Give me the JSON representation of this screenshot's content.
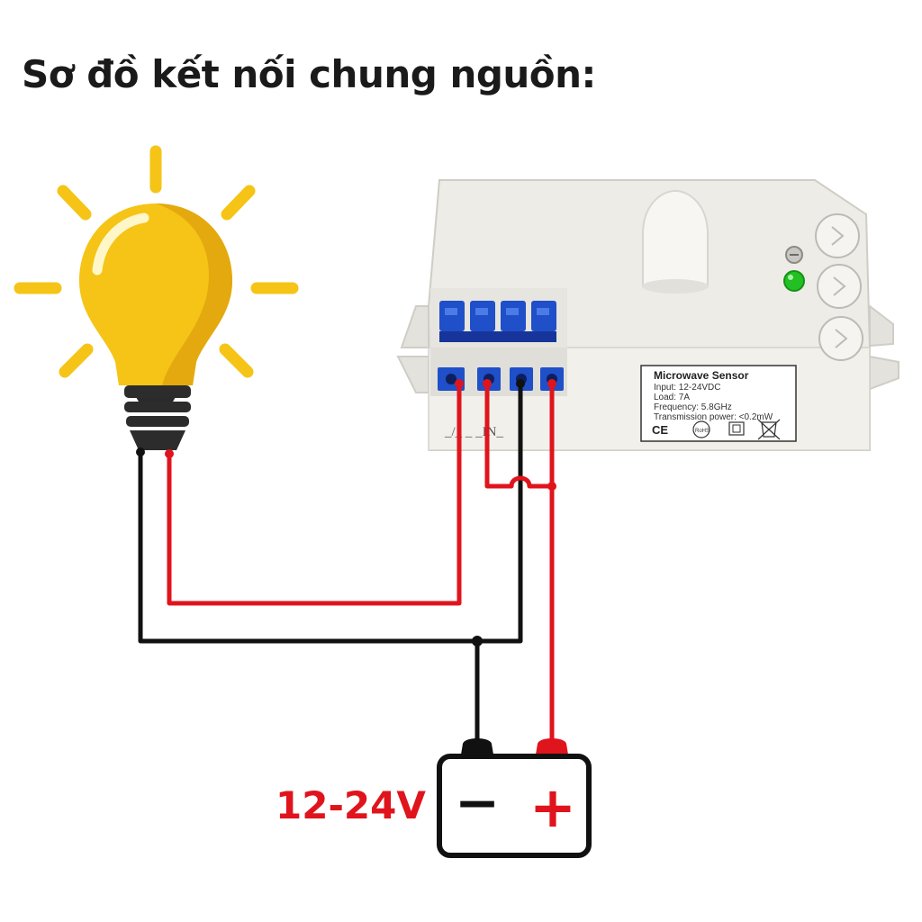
{
  "title": "Sơ đồ kết nối chung nguồn:",
  "battery": {
    "voltage_label": "12-24V",
    "minus_symbol": "−",
    "plus_symbol": "+"
  },
  "sensor": {
    "label_title": "Microwave  Sensor",
    "label_lines": [
      "Input: 12-24VDC",
      "Load: 7A",
      "Frequency: 5.8GHz",
      "Transmission power: <0.2mW"
    ],
    "cert_marks": [
      "CE",
      "RoHS"
    ],
    "terminal_marks": "_/_  _  _IN_",
    "in_label": "IN"
  },
  "colors": {
    "wire_positive": "#e0141c",
    "wire_negative": "#111111",
    "bulb": "#f5c416",
    "rays": "#f5c416",
    "connector": "#1f4fc9",
    "housing": "#eeece6",
    "led": "#22c022"
  },
  "icons": [
    "light-bulb-icon",
    "battery-icon",
    "ce-mark-icon",
    "rohs-mark-icon",
    "double-insulation-icon",
    "weee-bin-icon"
  ]
}
